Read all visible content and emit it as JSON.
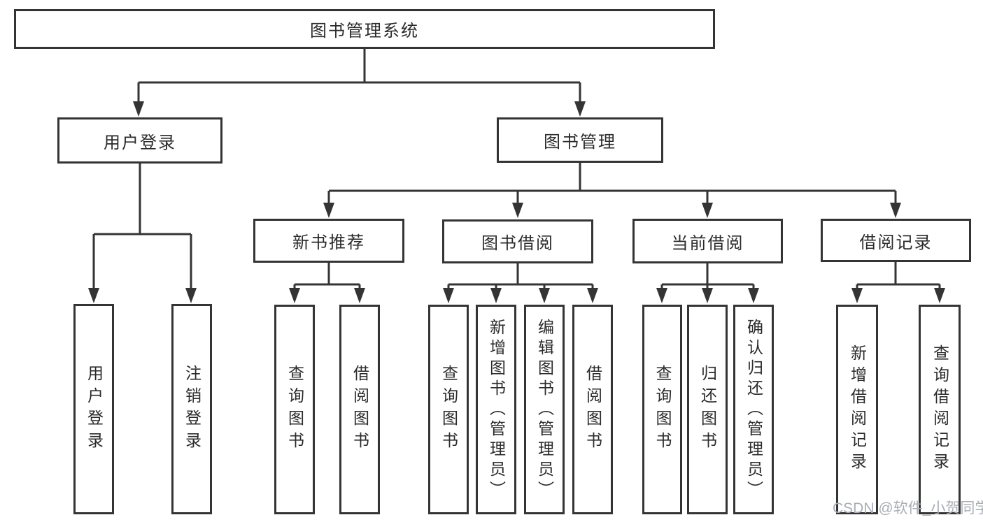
{
  "diagram": {
    "type": "hierarchy",
    "nodes": {
      "root": "图书管理系统",
      "user_login": "用户登录",
      "book_management": "图书管理",
      "new_book_recommend": "新书推荐",
      "book_borrow": "图书借阅",
      "current_borrow": "当前借阅",
      "borrow_records": "借阅记录",
      "ul_user_login": "用户登录",
      "ul_logout": "注销登录",
      "nb_query_books": "查询图书",
      "nb_borrow_books": "借阅图书",
      "bb_query_books": "查询图书",
      "bb_add_books": "新增图书（管理员）",
      "bb_edit_books": "编辑图书（管理员）",
      "bb_borrow_books": "借阅图书",
      "cb_query_books": "查询图书",
      "cb_return_books": "归还图书",
      "cb_confirm_return": "确认归还（管理员）",
      "br_add_record": "新增借阅记录",
      "br_query_record": "查询借阅记录"
    },
    "edges": [
      [
        "root",
        "user_login"
      ],
      [
        "root",
        "book_management"
      ],
      [
        "user_login",
        "ul_user_login"
      ],
      [
        "user_login",
        "ul_logout"
      ],
      [
        "book_management",
        "new_book_recommend"
      ],
      [
        "book_management",
        "book_borrow"
      ],
      [
        "book_management",
        "current_borrow"
      ],
      [
        "book_management",
        "borrow_records"
      ],
      [
        "new_book_recommend",
        "nb_query_books"
      ],
      [
        "new_book_recommend",
        "nb_borrow_books"
      ],
      [
        "book_borrow",
        "bb_query_books"
      ],
      [
        "book_borrow",
        "bb_add_books"
      ],
      [
        "book_borrow",
        "bb_edit_books"
      ],
      [
        "book_borrow",
        "bb_borrow_books"
      ],
      [
        "current_borrow",
        "cb_query_books"
      ],
      [
        "current_borrow",
        "cb_return_books"
      ],
      [
        "current_borrow",
        "cb_confirm_return"
      ],
      [
        "borrow_records",
        "br_add_record"
      ],
      [
        "borrow_records",
        "br_query_record"
      ]
    ],
    "colors": {
      "line": "#343434",
      "text": "#2b2b2b",
      "background": "#ffffff",
      "watermark": "#a9aeb6"
    }
  },
  "watermark": "CSDN @软件_小贺同学"
}
